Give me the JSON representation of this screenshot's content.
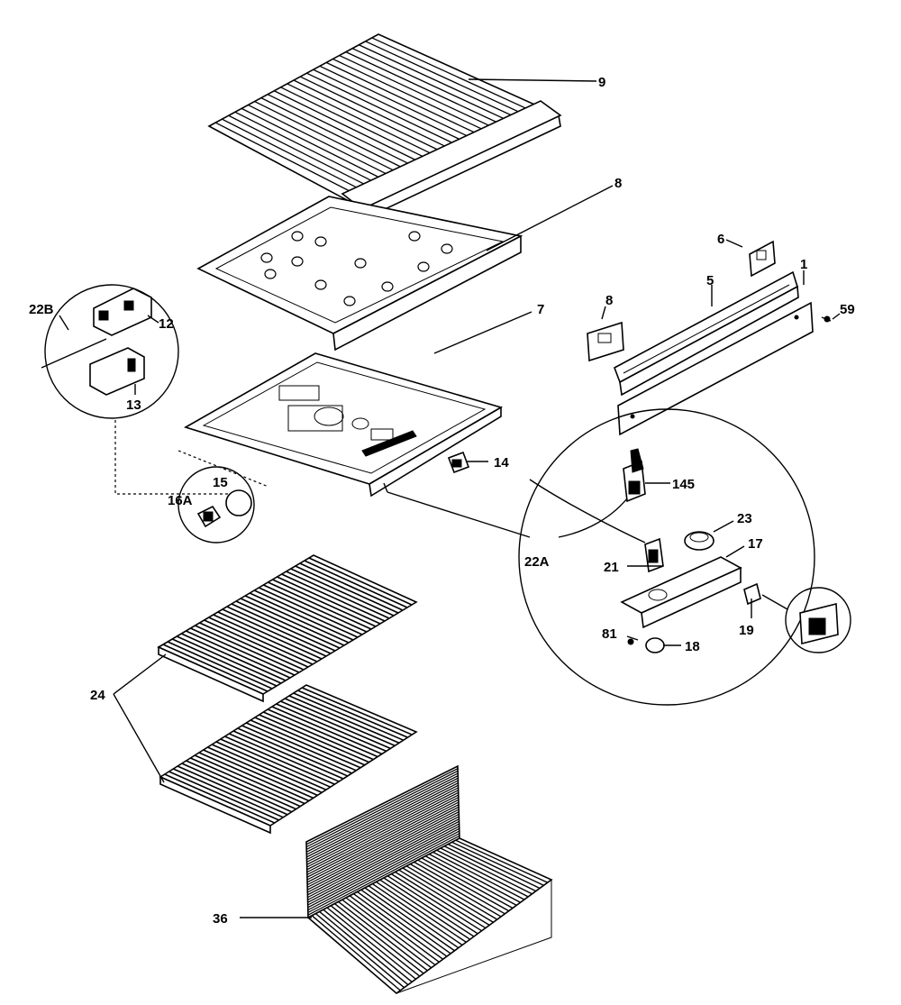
{
  "diagram": {
    "labels": {
      "p9": "9",
      "p8a": "8",
      "p6": "6",
      "p1": "1",
      "p5": "5",
      "p8b": "8",
      "p59": "59",
      "p22b": "22B",
      "p12": "12",
      "p13": "13",
      "p7": "7",
      "p14": "14",
      "p15": "15",
      "p16a": "16A",
      "p145": "145",
      "p23": "23",
      "p17": "17",
      "p22a": "22A",
      "p21": "21",
      "p19": "19",
      "p81": "81",
      "p18": "18",
      "p24": "24",
      "p36": "36"
    }
  }
}
